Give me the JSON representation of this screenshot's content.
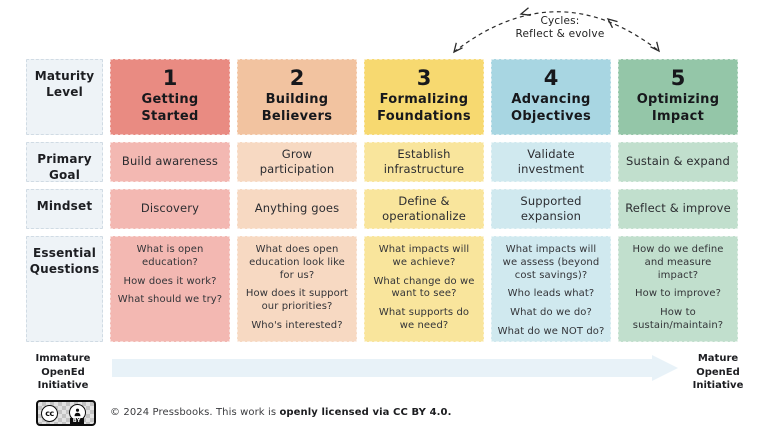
{
  "cycles_annotation": {
    "title": "Cycles:",
    "subtitle": "Reflect & evolve"
  },
  "matrix": {
    "row_labels": {
      "maturity": "Maturity Level",
      "goal": "Primary Goal",
      "mindset": "Mindset",
      "questions": "Essential Questions"
    },
    "colors": {
      "label_cell_bg": "#eef3f7"
    },
    "columns": [
      {
        "number": "1",
        "name": "Getting Started",
        "goal": "Build awareness",
        "mindset": "Discovery",
        "questions": [
          "What is open education?",
          "How does it work?",
          "What should we try?"
        ],
        "header_color": "#e98b82",
        "body_color": "#f3b8b2"
      },
      {
        "number": "2",
        "name": "Building Believers",
        "goal": "Grow participation",
        "mindset": "Anything goes",
        "questions": [
          "What does open education look like for us?",
          "How does it support our priorities?",
          "Who's interested?"
        ],
        "header_color": "#f2c3a0",
        "body_color": "#f7d9c2"
      },
      {
        "number": "3",
        "name": "Formalizing Foundations",
        "goal": "Establish infrastructure",
        "mindset": "Define & operationalize",
        "questions": [
          "What impacts will we achieve?",
          "What change do we want to see?",
          "What supports do we need?"
        ],
        "header_color": "#f7d970",
        "body_color": "#f9e59c"
      },
      {
        "number": "4",
        "name": "Advancing Objectives",
        "goal": "Validate investment",
        "mindset": "Supported expansion",
        "questions": [
          "What impacts will we assess (beyond cost savings)?",
          "Who leads what?",
          "What do we do?",
          "What do we NOT do?"
        ],
        "header_color": "#a8d6e2",
        "body_color": "#d0e9ef"
      },
      {
        "number": "5",
        "name": "Optimizing Impact",
        "goal": "Sustain & expand",
        "mindset": "Reflect & improve",
        "questions": [
          "How do we define and measure impact?",
          "How to improve?",
          "How to sustain/maintain?"
        ],
        "header_color": "#94c6a8",
        "body_color": "#c1dfcd"
      }
    ]
  },
  "maturity_axis": {
    "left_label": "Immature\nOpenEd\nInitiative",
    "right_label": "Mature\nOpenEd\nInitiative",
    "arrow_color": "#e8f2f8"
  },
  "footer": {
    "badge_cc_text": "cc",
    "badge_by_text": "BY",
    "text_prefix": "© 2024 Pressbooks. This work is ",
    "text_bold": "openly licensed via CC BY 4.0",
    "text_suffix": "."
  }
}
